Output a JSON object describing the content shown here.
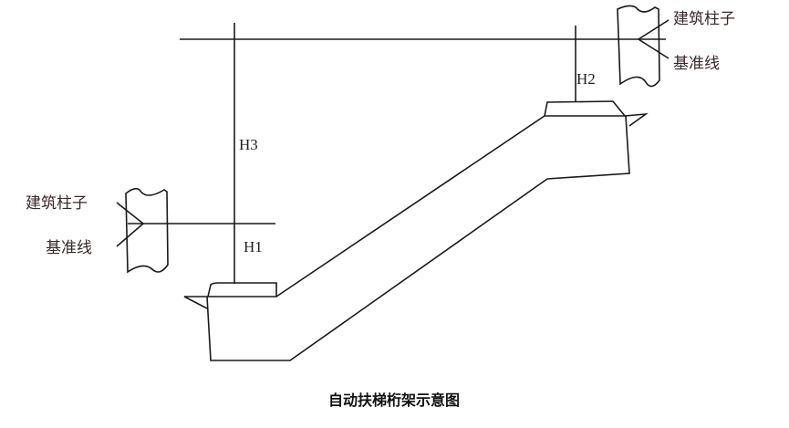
{
  "labels": {
    "column_left": "建筑柱子",
    "datum_left": "基准线",
    "column_right": "建筑柱子",
    "datum_right": "基准线",
    "h1": "H1",
    "h2": "H2",
    "h3": "H3"
  },
  "caption": "自动扶梯桁架示意图"
}
